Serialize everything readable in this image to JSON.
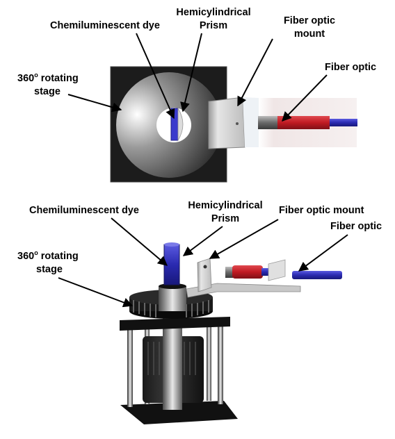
{
  "top_view": {
    "labels": {
      "dye": "Chemiluminescent dye",
      "prism": [
        "Hemicylindrical",
        "Prism"
      ],
      "mount": [
        "Fiber optic",
        "mount"
      ],
      "fiber": "Fiber optic",
      "stage": [
        "360",
        "o",
        " rotating",
        "stage"
      ]
    }
  },
  "side_view": {
    "labels": {
      "dye": "Chemiluminescent dye",
      "prism": [
        "Hemicylindrical",
        "Prism"
      ],
      "mount": "Fiber optic mount",
      "fiber": "Fiber optic",
      "stage": [
        "360",
        "o",
        " rotating",
        "stage"
      ]
    }
  },
  "colors": {
    "dye_blue": "#3a3acc",
    "fiber_red": "#c8202a",
    "fiber_blue": "#2a3aa8",
    "mount_gray": "#c8c8c8",
    "stage_dark": "#1a1a1a"
  }
}
